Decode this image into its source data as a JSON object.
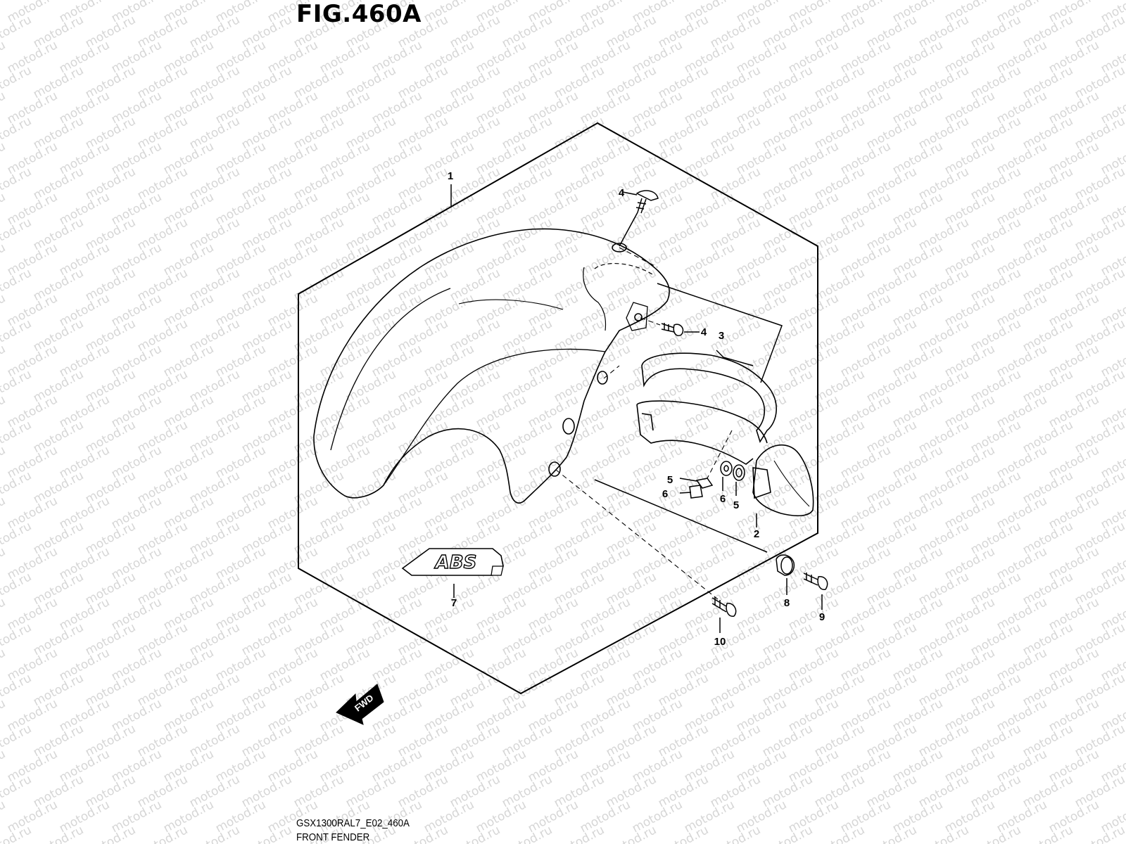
{
  "figure": {
    "title": "FIG.460A",
    "model_code": "GSX1300RAL7_E02_460A",
    "caption": "FRONT FENDER"
  },
  "callouts": {
    "c1": "1",
    "c2": "2",
    "c3": "3",
    "c4a": "4",
    "c4b": "4",
    "c5a": "5",
    "c5b": "5",
    "c6a": "6",
    "c6b": "6",
    "c7": "7",
    "c8": "8",
    "c9": "9",
    "c10": "10"
  },
  "emblem": {
    "text": "ABS"
  },
  "direction_arrow": {
    "text": "FWD"
  },
  "watermark": {
    "text": "motod.ru"
  },
  "colors": {
    "line": "#000000",
    "watermark": "#d6d6d6",
    "background": "#ffffff"
  }
}
